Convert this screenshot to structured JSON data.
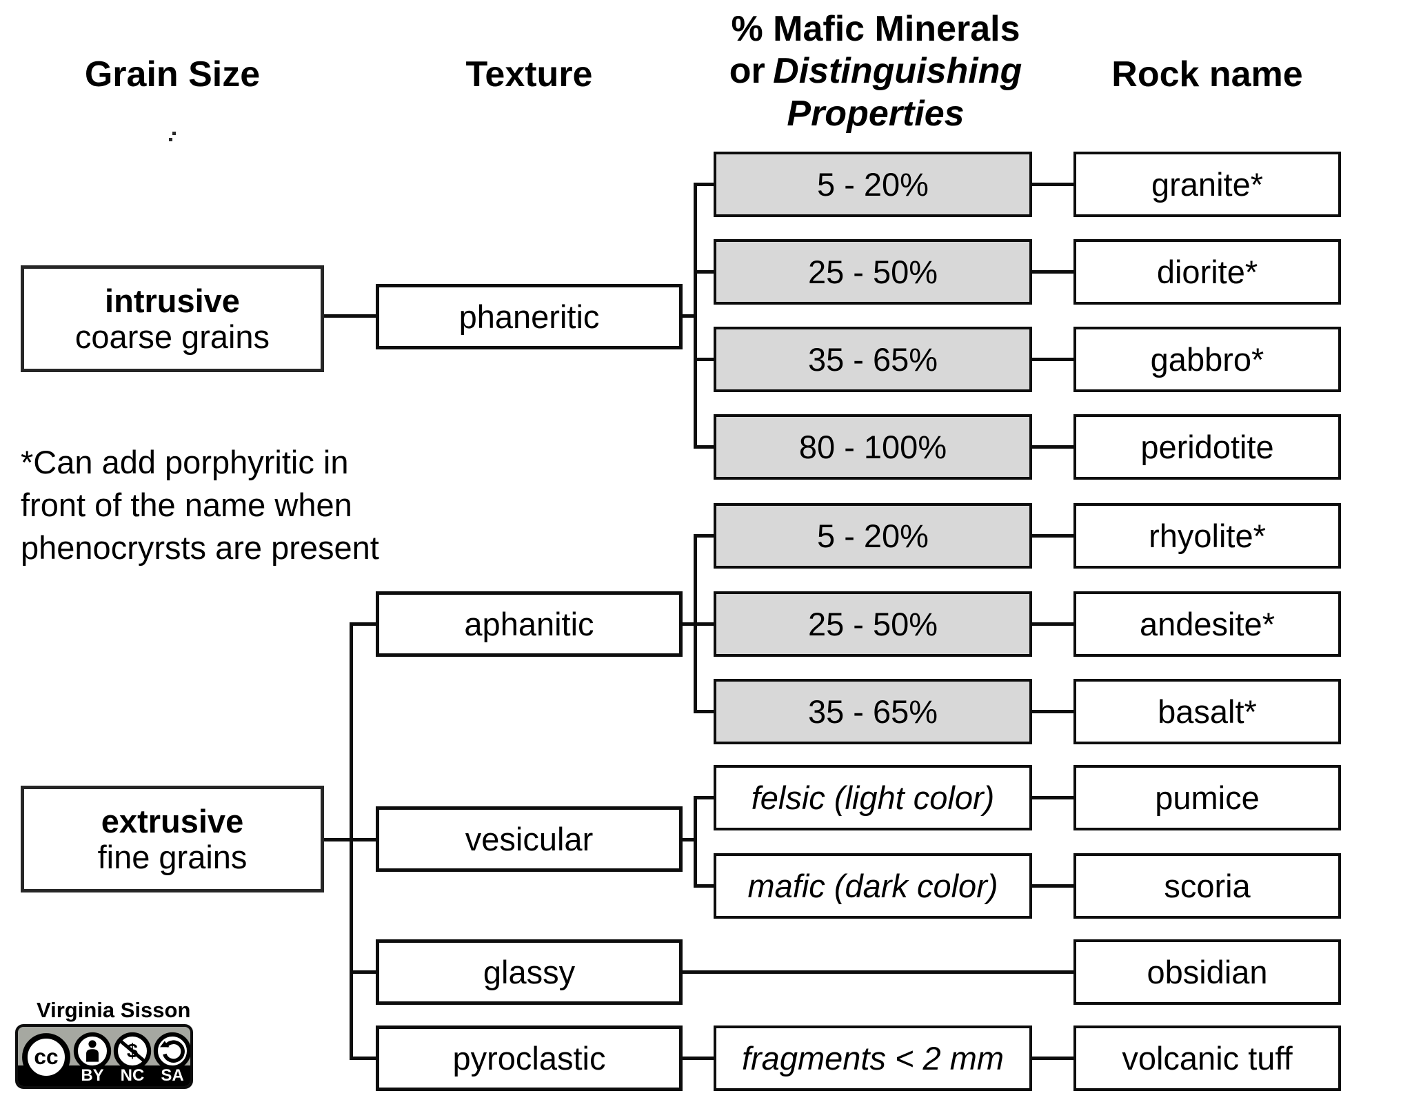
{
  "headers": {
    "grain_size": "Grain Size",
    "texture": "Texture",
    "properties_line1": "% Mafic Minerals",
    "properties_line2_plain": "or",
    "properties_line2_italic": "Distinguishing",
    "properties_line3": "Properties",
    "rock_name": "Rock name"
  },
  "grain_size_boxes": [
    {
      "name": "intrusive",
      "description": "coarse grains"
    },
    {
      "name": "extrusive",
      "description": "fine grains"
    }
  ],
  "texture_boxes": {
    "phaneritic": "phaneritic",
    "aphanitic": "aphanitic",
    "vesicular": "vesicular",
    "glassy": "glassy",
    "pyroclastic": "pyroclastic"
  },
  "note": [
    "*Can add porphyritic in",
    "front of the name when",
    "phenocryrsts are present"
  ],
  "rows": [
    {
      "property": "5 - 20%",
      "rock": "granite*"
    },
    {
      "property": "25 - 50%",
      "rock": "diorite*"
    },
    {
      "property": "35 - 65%",
      "rock": "gabbro*"
    },
    {
      "property": "80 - 100%",
      "rock": "peridotite"
    },
    {
      "property": "5 - 20%",
      "rock": "rhyolite*"
    },
    {
      "property": "25 - 50%",
      "rock": "andesite*"
    },
    {
      "property": "35 - 65%",
      "rock": "basalt*"
    },
    {
      "property": "felsic (light color)",
      "rock": "pumice"
    },
    {
      "property": "mafic (dark color)",
      "rock": "scoria"
    },
    {
      "property": "",
      "rock": "obsidian"
    },
    {
      "property": "fragments < 2 mm",
      "rock": "volcanic tuff"
    }
  ],
  "credit": {
    "author": "Virginia Sisson",
    "cc_label": "cc",
    "terms": [
      "BY",
      "NC",
      "SA"
    ]
  },
  "colors": {
    "property_box_fill": "#d8d8d8",
    "line": "#0d0d0d",
    "badge_gray": "#a6a8a1",
    "badge_strip": "#000000"
  }
}
